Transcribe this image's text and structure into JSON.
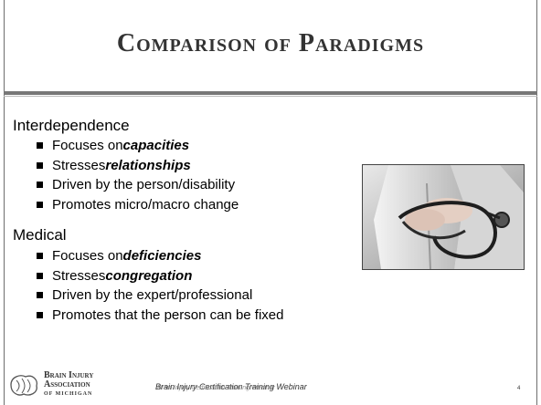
{
  "slide": {
    "title": "Comparison of Paradigms",
    "sections": [
      {
        "heading": "Interdependence",
        "bullets": [
          {
            "prefix": "Focuses on ",
            "emphasis": "capacities"
          },
          {
            "prefix": "Stresses ",
            "emphasis": "relationships"
          },
          {
            "prefix": "Driven by the person/disability",
            "emphasis": ""
          },
          {
            "prefix": "Promotes micro/macro change",
            "emphasis": ""
          }
        ]
      },
      {
        "heading": "Medical",
        "bullets": [
          {
            "prefix": "Focuses on ",
            "emphasis": "deficiencies"
          },
          {
            "prefix": "Stresses ",
            "emphasis": "congregation"
          },
          {
            "prefix": "Driven by the expert/professional",
            "emphasis": ""
          },
          {
            "prefix": "Promotes that the person can be fixed",
            "emphasis": ""
          }
        ]
      }
    ],
    "image_label": "stethoscope-photo"
  },
  "footer": {
    "logo_line1": "Brain Injury",
    "logo_line2": "Association",
    "logo_line3": "of Michigan",
    "text": "Brain Injury Certification Training Webinar",
    "ghost_text": "Brain Injury Certification Training Webinar",
    "page_number": "4"
  }
}
